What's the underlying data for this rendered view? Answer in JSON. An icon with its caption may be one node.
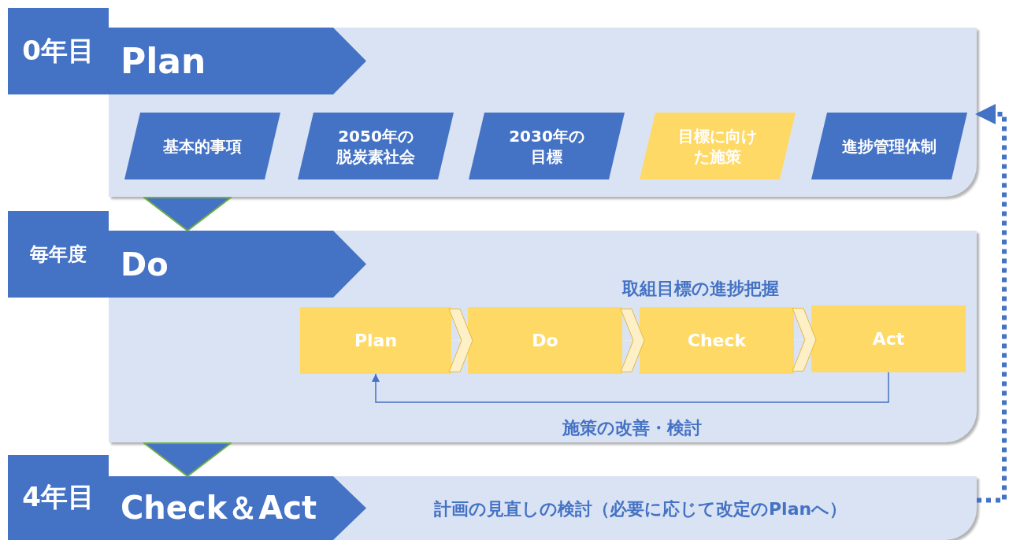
{
  "diagram": {
    "nodes": [
      {
        "text": [],
        "shape": "box"
      },
      {
        "text": [
          "0年目"
        ]
      },
      {
        "text": [
          "Plan"
        ],
        "in": 0
      },
      {
        "text": [
          "基本的事項"
        ],
        "in": 0
      },
      {
        "text": [
          "2050年の脱炭素社会"
        ],
        "in": 0
      },
      {
        "text": [
          "2030年の目標"
        ],
        "in": 0
      },
      {
        "text": [
          "目標に向けた施策"
        ],
        "in": 0
      },
      {
        "text": [
          "進捗管理体制"
        ],
        "in": 0
      },
      {
        "text": [],
        "shape": "box"
      },
      {
        "text": [
          "毎年度"
        ]
      },
      {
        "text": [
          "Do"
        ],
        "in": 8
      },
      {
        "text": [
          "Plan"
        ],
        "in": 8
      },
      {
        "text": [
          "Do"
        ],
        "in": 8
      },
      {
        "text": [
          "Check"
        ],
        "in": 8
      },
      {
        "text": [
          "Act"
        ],
        "in": 8
      },
      {
        "text": [],
        "shape": "box"
      },
      {
        "text": [
          "4年目"
        ]
      },
      {
        "text": [
          "Check＆Act"
        ],
        "in": 15
      }
    ],
    "edges": [
      {
        "from": 0,
        "to": 8,
        "arrow": "to"
      },
      {
        "from": 8,
        "to": 15,
        "arrow": "to"
      },
      {
        "from": 11,
        "to": 12,
        "arrow": "to",
        "color": "#fdefc6"
      },
      {
        "from": 12,
        "to": 13,
        "arrow": "to",
        "color": "#fdefc6"
      },
      {
        "from": 13,
        "to": 14,
        "arrow": "to",
        "color": "#fdefc6"
      },
      {
        "from": 14,
        "to": 11,
        "arrow": "to",
        "label": "施策の改善・検討"
      },
      {
        "from": 15,
        "to": 0,
        "arrow": "to",
        "style": "dashed"
      }
    ],
    "labels": [
      "取組目標の進捗把握",
      "計画の見直しの検討（必要に応じて改定のPlanへ）"
    ]
  }
}
